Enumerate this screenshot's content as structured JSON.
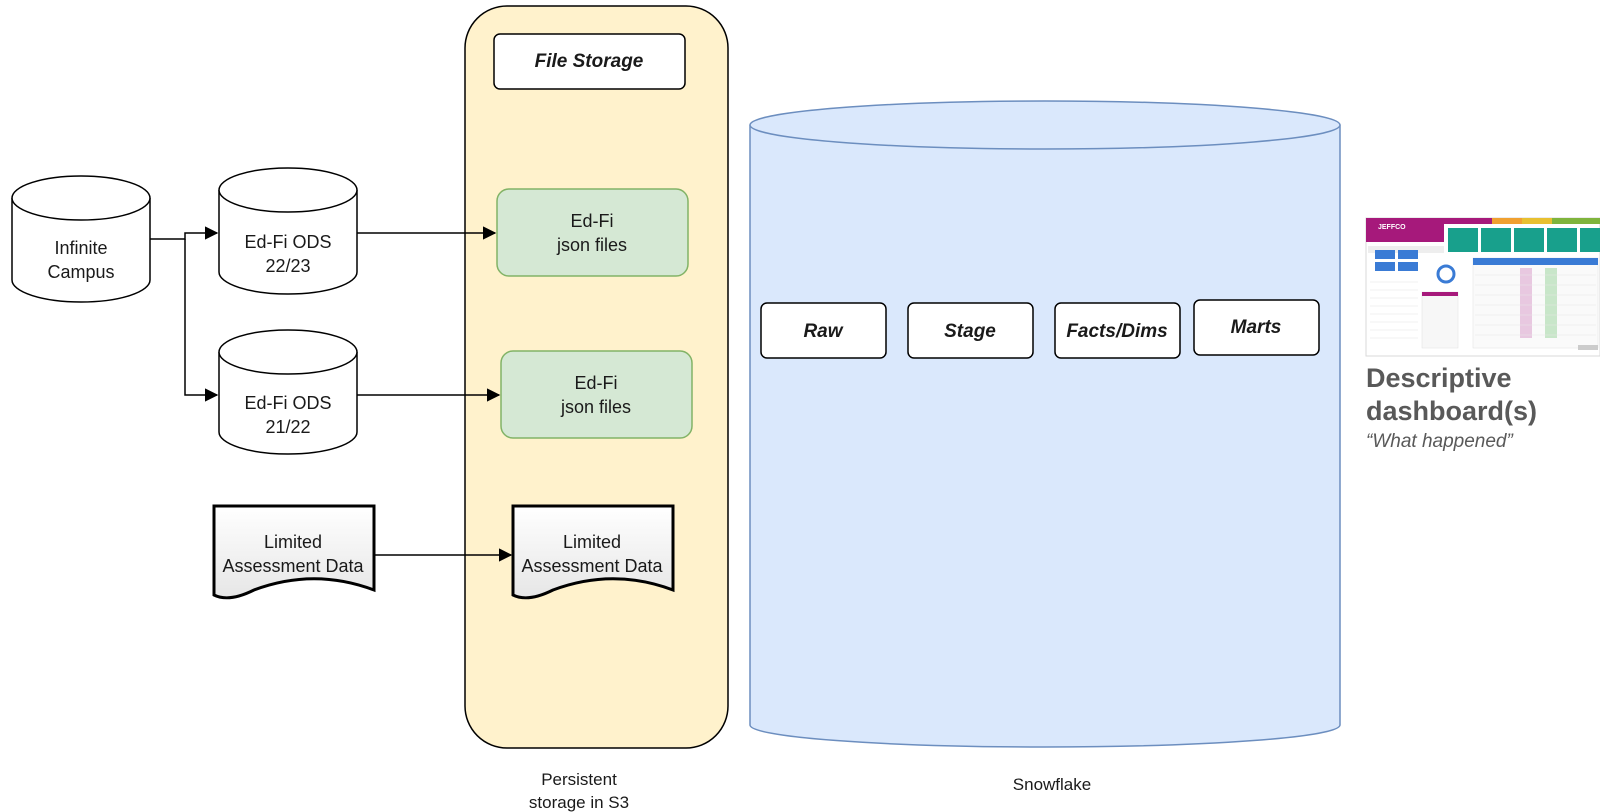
{
  "sources": {
    "infinite_campus": [
      "Infinite",
      "Campus"
    ],
    "ods_2223": [
      "Ed-Fi ODS",
      "22/23"
    ],
    "ods_2122": [
      "Ed-Fi ODS",
      "21/22"
    ],
    "limited_assessment": [
      "Limited",
      "Assessment Data"
    ]
  },
  "file_storage": {
    "title": "File Storage",
    "edfi_json_1": [
      "Ed-Fi",
      "json files"
    ],
    "edfi_json_2": [
      "Ed-Fi",
      "json files"
    ],
    "limited_assessment": [
      "Limited",
      "Assessment Data"
    ],
    "caption": [
      "Persistent",
      "storage in S3"
    ]
  },
  "snowflake": {
    "caption": "Snowflake",
    "layers": [
      "Raw",
      "Stage",
      "Facts/Dims",
      "Marts"
    ]
  },
  "dashboard": {
    "title_lines": [
      "Descriptive",
      "dashboard(s)"
    ],
    "subtitle": "“What happened”",
    "thumbnail_brand": "JEFFCO"
  },
  "colors": {
    "storage_fill": "#fff2cc",
    "snowflake_fill": "#dae8fc",
    "snowflake_stroke": "#6c8ebf",
    "json_fill": "#d5e8d4",
    "json_stroke": "#82b366",
    "dashboard_brand": "#a6197b"
  }
}
